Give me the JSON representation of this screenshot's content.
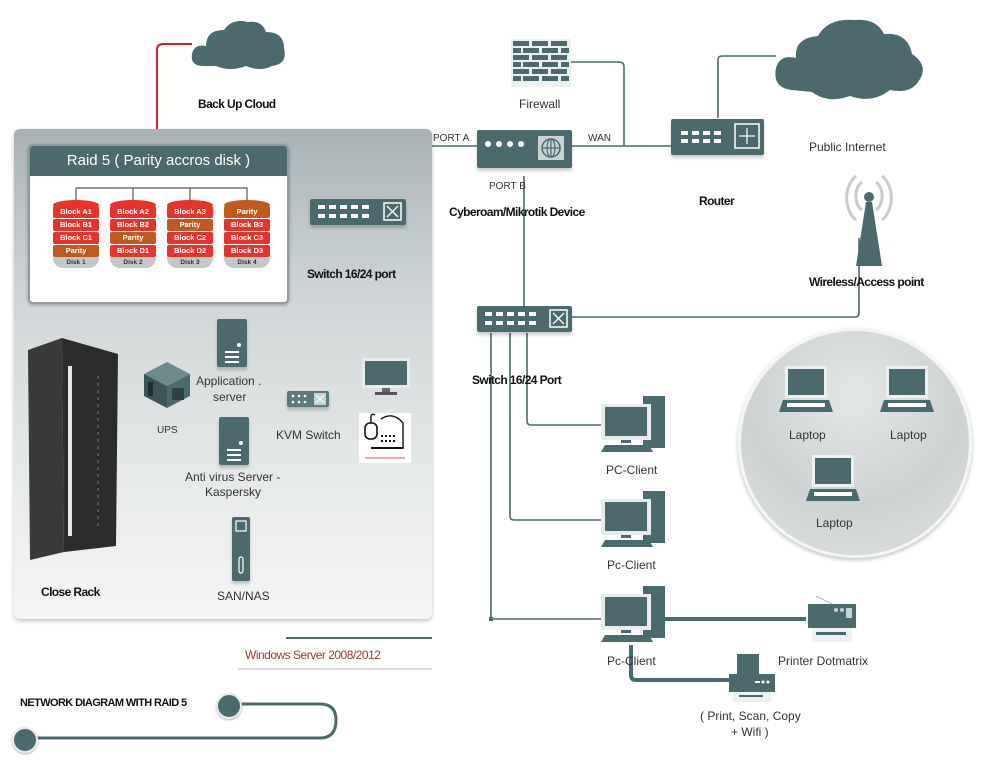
{
  "title": "NETWORK DIAGRAM WITH RAID 5",
  "subtitle": "Windows Server 2008/2012",
  "colors": {
    "primary": "#4b6a6d",
    "accent_red": "#e8322a",
    "parity": "#c05a1c",
    "subtitle": "#a33a2a"
  },
  "backup_cloud": {
    "label": "Back Up Cloud"
  },
  "raid": {
    "title": "Raid 5 ( Parity accros disk )",
    "disks": [
      {
        "name": "Disk 1",
        "blocks": [
          "Block A1",
          "Block B1",
          "Block C1",
          "Parity"
        ]
      },
      {
        "name": "Disk 2",
        "blocks": [
          "Block A2",
          "Block B2",
          "Parity",
          "Block D1"
        ]
      },
      {
        "name": "Disk 3",
        "blocks": [
          "Block A3",
          "Parity",
          "Block C2",
          "Block D2"
        ]
      },
      {
        "name": "Disk 4",
        "blocks": [
          "Parity",
          "Block B3",
          "Block C3",
          "Block D3"
        ]
      }
    ]
  },
  "rack": {
    "switch_label": "Switch  16/24 port",
    "app_server_label_1": "Application .",
    "app_server_label_2": "server",
    "ups_label": "UPS",
    "kvm_label": "KVM Switch",
    "av_server_label_1": "Anti virus Server -",
    "av_server_label_2": "Kaspersky",
    "san_label": "SAN/NAS",
    "close_rack_label": "Close Rack"
  },
  "network": {
    "firewall_label": "Firewall",
    "port_a": "PORT A",
    "port_b": "PORT B",
    "wan": "WAN",
    "cyberoam_label": "Cyberoam/Mikrotik Device",
    "router_label": "Router",
    "internet_label": "Public Internet",
    "wireless_label": "Wireless/Access point",
    "switch2_label": "Switch 16/24 Port",
    "pc_clients": [
      "PC-Client",
      "Pc-Client",
      "Pc-Client"
    ],
    "laptops": [
      "Laptop",
      "Laptop",
      "Laptop"
    ],
    "printer_dot_label": "Printer Dotmatrix",
    "printer_mfp_label_1": "( Print, Scan, Copy",
    "printer_mfp_label_2": "+ Wifi )"
  }
}
